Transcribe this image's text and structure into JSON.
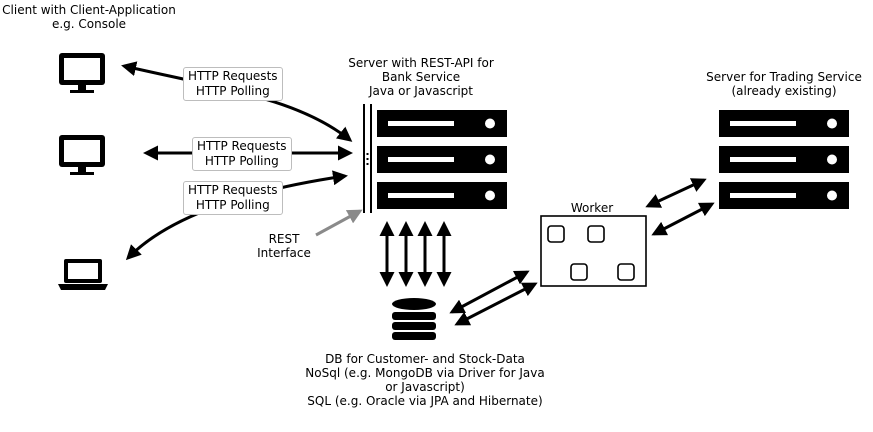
{
  "client": {
    "title_line1": "Client with Client-Application",
    "title_line2": "e.g. Console"
  },
  "requests": [
    {
      "line1": "HTTP Requests",
      "line2": "HTTP Polling"
    },
    {
      "line1": "HTTP Requests",
      "line2": "HTTP Polling"
    },
    {
      "line1": "HTTP Requests",
      "line2": "HTTP Polling"
    }
  ],
  "rest_interface": {
    "line1": "REST",
    "line2": "Interface"
  },
  "bank_server": {
    "line1": "Server with REST-API for",
    "line2": "Bank Service",
    "line3": "Java or Javascript"
  },
  "trading_server": {
    "line1": "Server for Trading Service",
    "line2": "(already existing)"
  },
  "worker": {
    "label": "Worker"
  },
  "database": {
    "line1": "DB for Customer- and Stock-Data",
    "line2": "NoSql (e.g. MongoDB via Driver for Java",
    "line3": "or Javascript)",
    "line4": "SQL (e.g. Oracle via JPA and Hibernate)"
  },
  "icons": [
    "monitor-icon",
    "monitor-icon",
    "laptop-icon",
    "server-rack-icon",
    "server-rack-icon",
    "database-icon"
  ],
  "colors": {
    "stroke": "#000000",
    "interface_arrow": "#8a8a8a",
    "label_border": "#bdbdbd"
  }
}
